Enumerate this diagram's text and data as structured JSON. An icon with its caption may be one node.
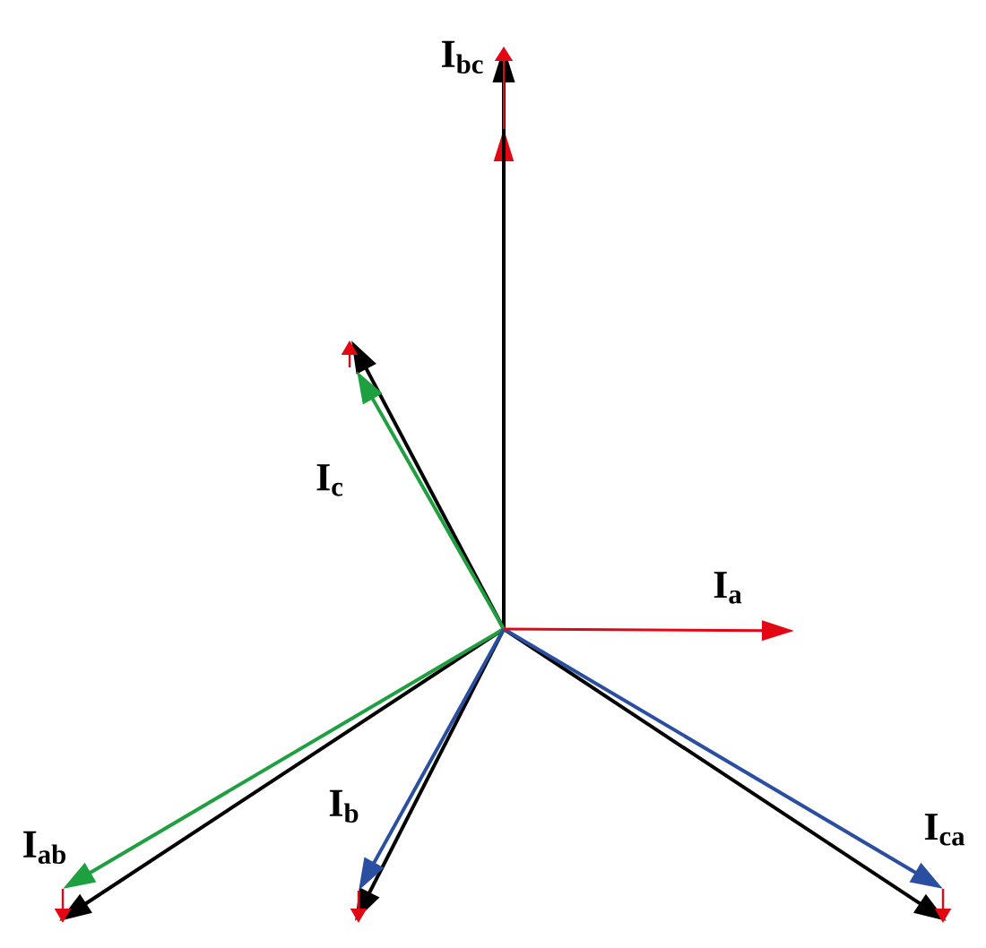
{
  "diagram": {
    "labels": [
      "I$_{bc}$",
      "I$_{c}$",
      "I$_{a}$",
      "I$_{b}$",
      "I$_{ab}$",
      "I$_{ca}$"
    ]
  }
}
